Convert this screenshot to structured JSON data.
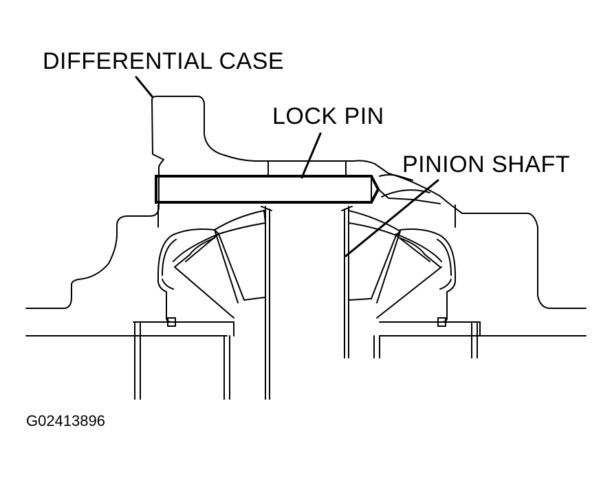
{
  "labels": {
    "differential_case": "DIFFERENTIAL CASE",
    "lock_pin": "LOCK PIN",
    "pinion_shaft": "PINION SHAFT",
    "figure_code": "G02413896"
  }
}
